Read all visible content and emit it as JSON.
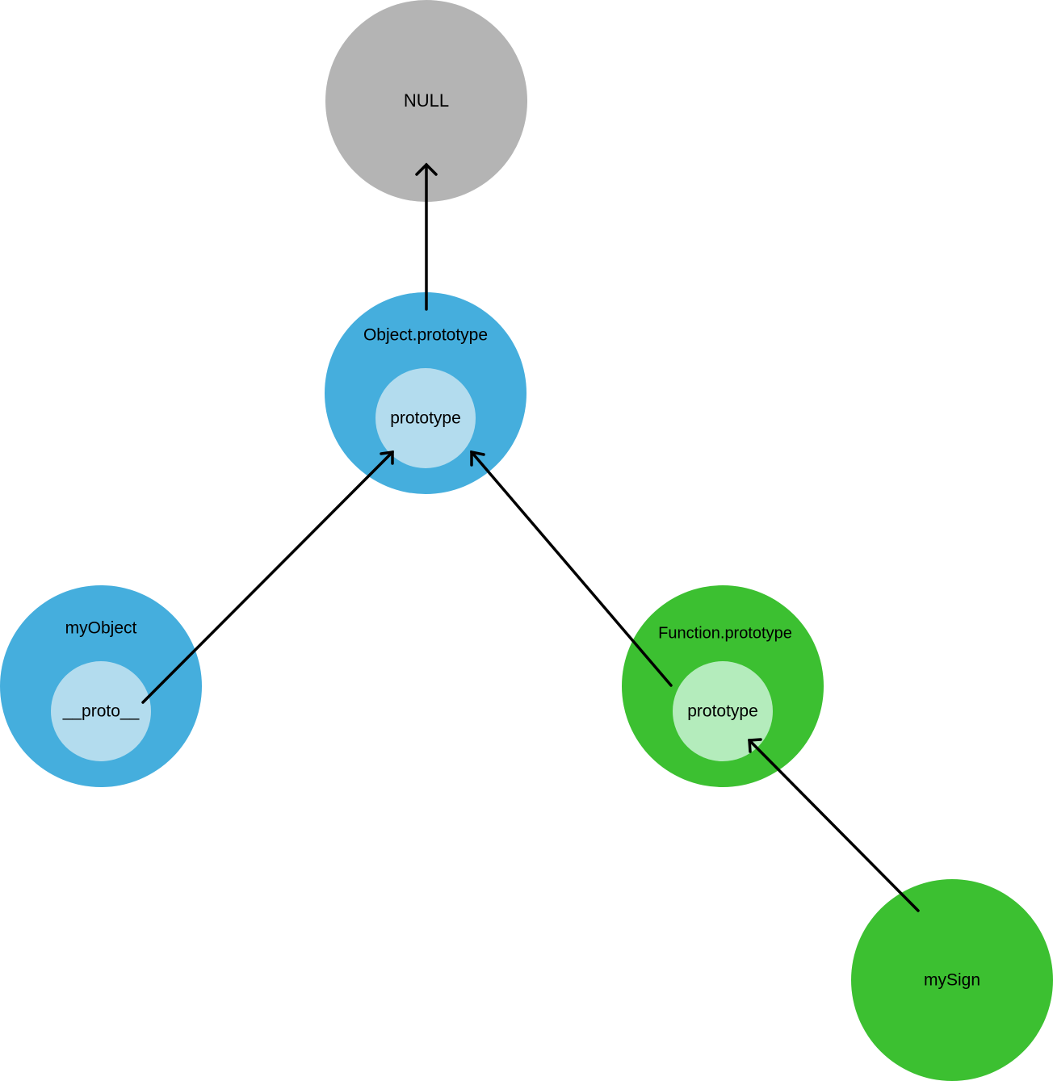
{
  "colors": {
    "null_node": "#b4b4b4",
    "object_node": "#45aedd",
    "object_inner": "#b3dcee",
    "function_node": "#3cc031",
    "function_inner": "#b4ecbc",
    "edge": "#000000"
  },
  "nodes": {
    "null": {
      "label": "NULL"
    },
    "object_prototype": {
      "label": "Object.prototype",
      "inner_label": "prototype"
    },
    "my_object": {
      "label": "myObject",
      "inner_label": "__proto__"
    },
    "function_prototype": {
      "label": "Function.prototype",
      "inner_label": "prototype"
    },
    "my_sign": {
      "label": "mySign"
    }
  },
  "edges": [
    {
      "from": "object_prototype",
      "to": "null"
    },
    {
      "from": "my_object.__proto__",
      "to": "object_prototype.prototype"
    },
    {
      "from": "function_prototype.prototype",
      "to": "object_prototype.prototype"
    },
    {
      "from": "my_sign",
      "to": "function_prototype.prototype"
    }
  ]
}
